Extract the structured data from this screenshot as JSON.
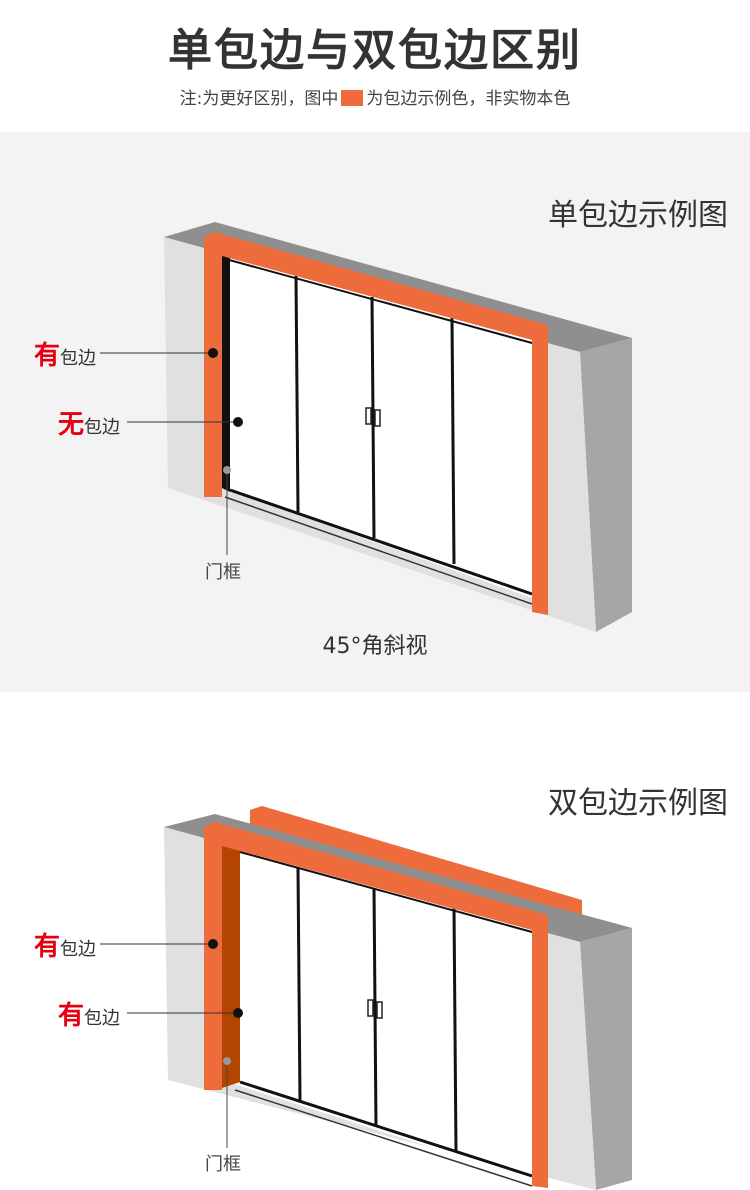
{
  "header": {
    "title": "单包边与双包边区别",
    "note_prefix": "注:为更好区别，图中",
    "note_suffix": "为包边示例色，非实物本色"
  },
  "colors": {
    "trim": "#ee6b3b",
    "trim_dark": "#b34500",
    "wall_top": "#8f8f8f",
    "wall_front": "#e0e0e0",
    "wall_side": "#a6a6a6",
    "emphasis": "#e60012"
  },
  "single": {
    "title": "单包边示例图",
    "callout_top": {
      "em": "有",
      "text": "包边"
    },
    "callout_bottom": {
      "em": "无",
      "text": "包边"
    },
    "frame_label": "门框",
    "caption": "45°角斜视"
  },
  "double": {
    "title": "双包边示例图",
    "callout_top": {
      "em": "有",
      "text": "包边"
    },
    "callout_bottom": {
      "em": "有",
      "text": "包边"
    },
    "frame_label": "门框"
  }
}
